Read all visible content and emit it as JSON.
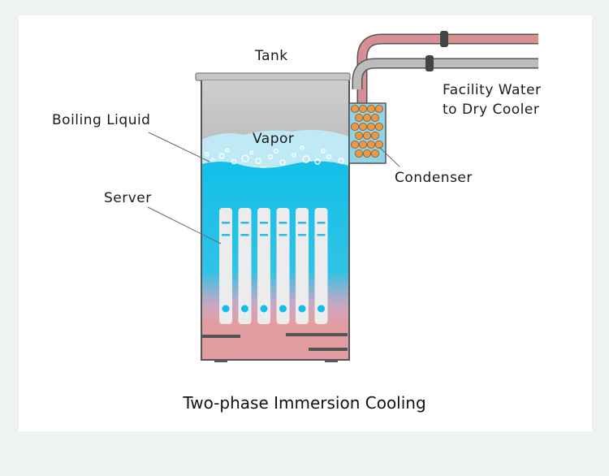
{
  "labels": {
    "tank": "Tank",
    "boiling_liquid": "Boiling Liquid",
    "vapor": "Vapor",
    "server": "Server",
    "condenser": "Condenser",
    "facility_water_line1": "Facility Water",
    "facility_water_line2": "to Dry Cooler"
  },
  "caption": "Two-phase Immersion Cooling",
  "colors": {
    "liquid": "#12bfe8",
    "hot_liquid": "#e29da1",
    "vapor": "#bfe9f5",
    "tank_air": "#c8c8c8",
    "hot_pipe": "#d88f93",
    "cold_pipe": "#b5b5b5",
    "condenser_coil": "#e89a4a"
  },
  "server_blade_count": 6
}
